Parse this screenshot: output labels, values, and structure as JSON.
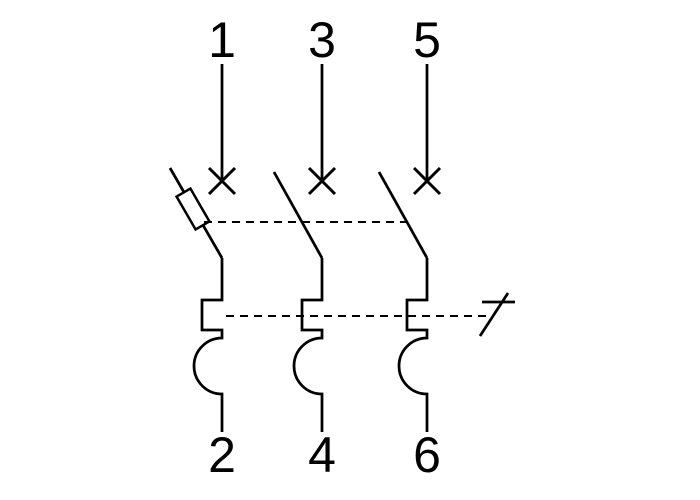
{
  "colors": {
    "line": "#000000",
    "background": "#ffffff"
  },
  "poles": [
    {
      "top_terminal": "1",
      "bottom_terminal": "2"
    },
    {
      "top_terminal": "3",
      "bottom_terminal": "4"
    },
    {
      "top_terminal": "5",
      "bottom_terminal": "6"
    }
  ],
  "symbols": {
    "contact_cross": "breaker-contact-x",
    "coupling_links": "dashed-mechanical-link",
    "trip_lever": "trip-lever",
    "thermal_element": "thermal-trip-arc",
    "actuator": "actuator-rectangle"
  }
}
